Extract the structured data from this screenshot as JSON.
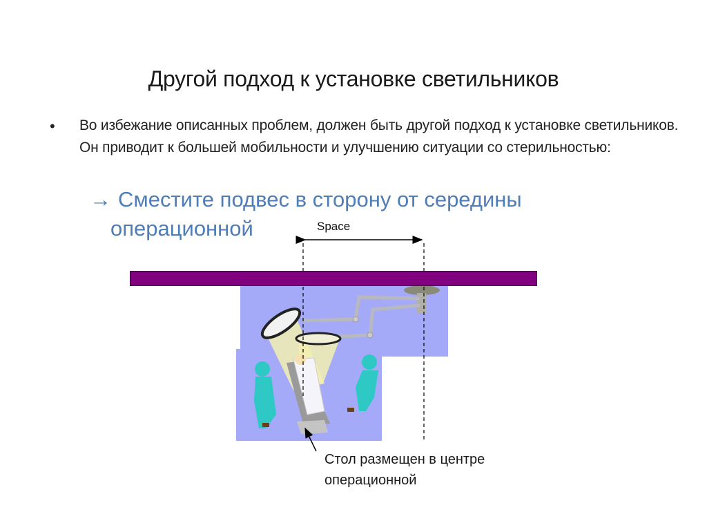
{
  "slide": {
    "title": "Другой подход к установке светильников",
    "bullet": {
      "marker": "•",
      "text": "Во избежание описанных проблем, должен быть другой подход к установке светильников. Он приводит к большей мобильности и улучшению ситуации со стерильностью:"
    },
    "subpoint": {
      "arrow_icon": "→",
      "line1": "Сместите подвес в сторону от середины",
      "line2": "операционной"
    }
  },
  "diagram": {
    "space_label": "Space",
    "caption_line1": "Стол размещен в центре",
    "caption_line2": "операционной",
    "colors": {
      "ceiling": "#800080",
      "room_floor": "#a4aaf7",
      "scrubs": "#2ec9c4",
      "light_cone": "#f3f0b0",
      "subtitle_text": "#4f7db6"
    }
  }
}
